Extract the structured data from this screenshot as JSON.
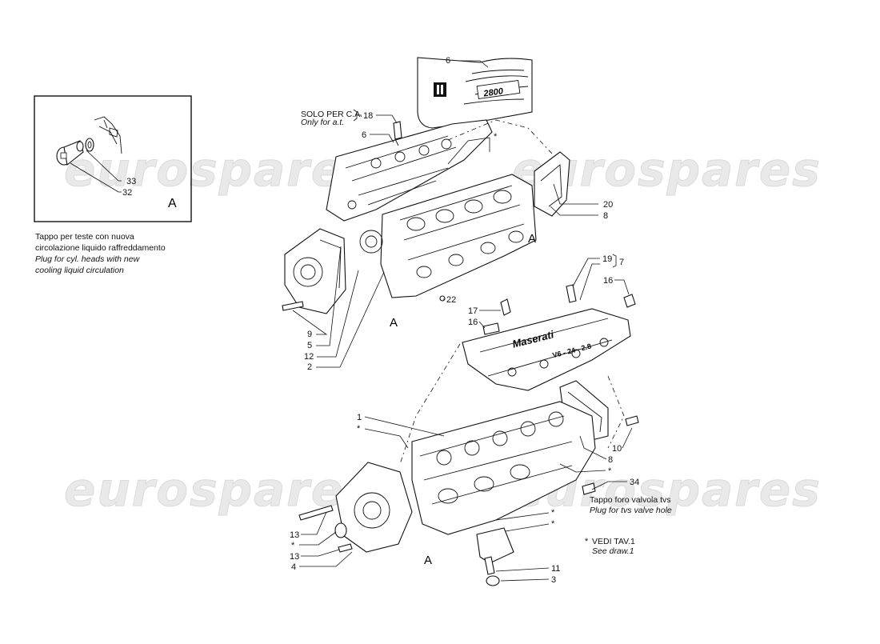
{
  "watermark": {
    "text": "eurospares"
  },
  "inset": {
    "letter": "A",
    "callouts": [
      "33",
      "32"
    ],
    "note_it": "Tappo per teste con nuova",
    "note_it_2": "circolazione liquido raffreddamento",
    "note_en": "Plug for cyl. heads with new",
    "note_en_2": "cooling liquid circulation"
  },
  "upper_assembly": {
    "solo_label": "SOLO PER C.A.",
    "only_label": "Only for a.t.",
    "callouts": {
      "c18": "18",
      "c6a": "6",
      "c6b": "6",
      "star1": "*",
      "c20": "20",
      "c8": "8",
      "c22": "22",
      "c9": "9",
      "c5": "5",
      "c12": "12",
      "c2": "2",
      "letterA1": "A",
      "letterA2": "A"
    },
    "cover_badge": "2800"
  },
  "lower_assembly": {
    "callouts": {
      "c19": "19",
      "c7": "7",
      "c16a": "16",
      "c17": "17",
      "c16b": "16",
      "c1": "1",
      "star2": "*",
      "c10": "10",
      "c8b": "8",
      "star3": "*",
      "c34": "34",
      "star4": "*",
      "star5": "*",
      "c13a": "13",
      "star6": "*",
      "c13b": "13",
      "c4": "4",
      "c11": "11",
      "c3": "3",
      "letterA3": "A"
    },
    "tvs_note_it": "Tappo foro valvola tvs",
    "tvs_note_en": "Plug for tvs valve hole",
    "vedi_star": "*",
    "vedi_it": "VEDI TAV.1",
    "vedi_en": "See draw.1",
    "cover_script": "Maserati",
    "cover_code": "V6 - 24 - 2.8"
  }
}
